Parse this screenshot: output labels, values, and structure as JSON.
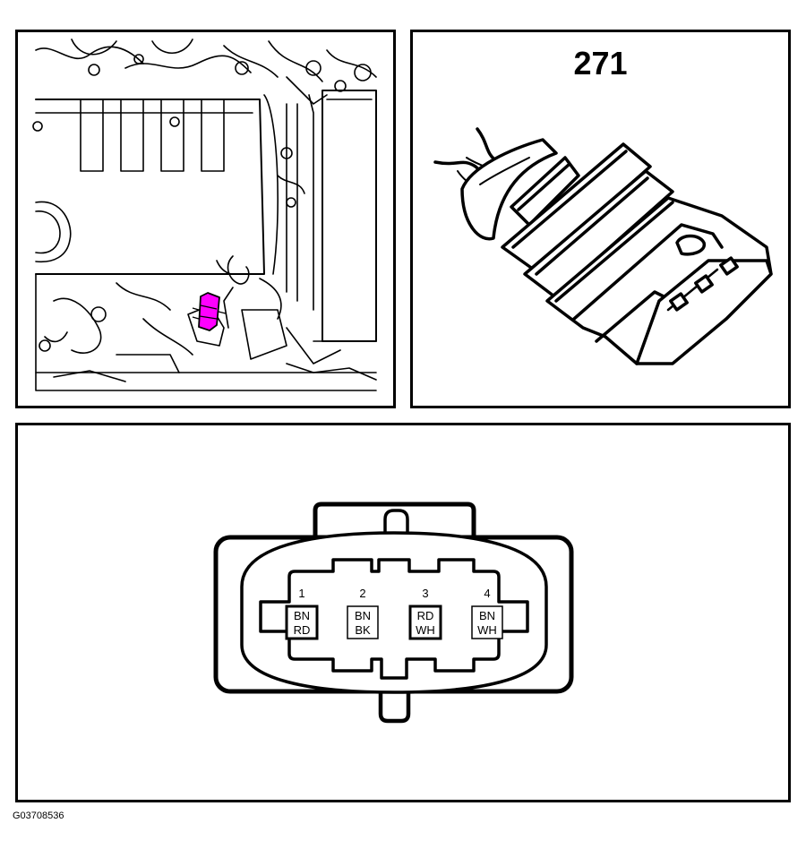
{
  "component": {
    "number": "271",
    "highlight_color": "#ff00ff"
  },
  "pinout": {
    "pins": [
      {
        "number": "1",
        "wire_colors": [
          "BN",
          "RD"
        ],
        "emphasized": true
      },
      {
        "number": "2",
        "wire_colors": [
          "BN",
          "BK"
        ],
        "emphasized": false
      },
      {
        "number": "3",
        "wire_colors": [
          "RD",
          "WH"
        ],
        "emphasized": true
      },
      {
        "number": "4",
        "wire_colors": [
          "BN",
          "WH"
        ],
        "emphasized": false
      }
    ]
  },
  "figure_code": "G03708536"
}
